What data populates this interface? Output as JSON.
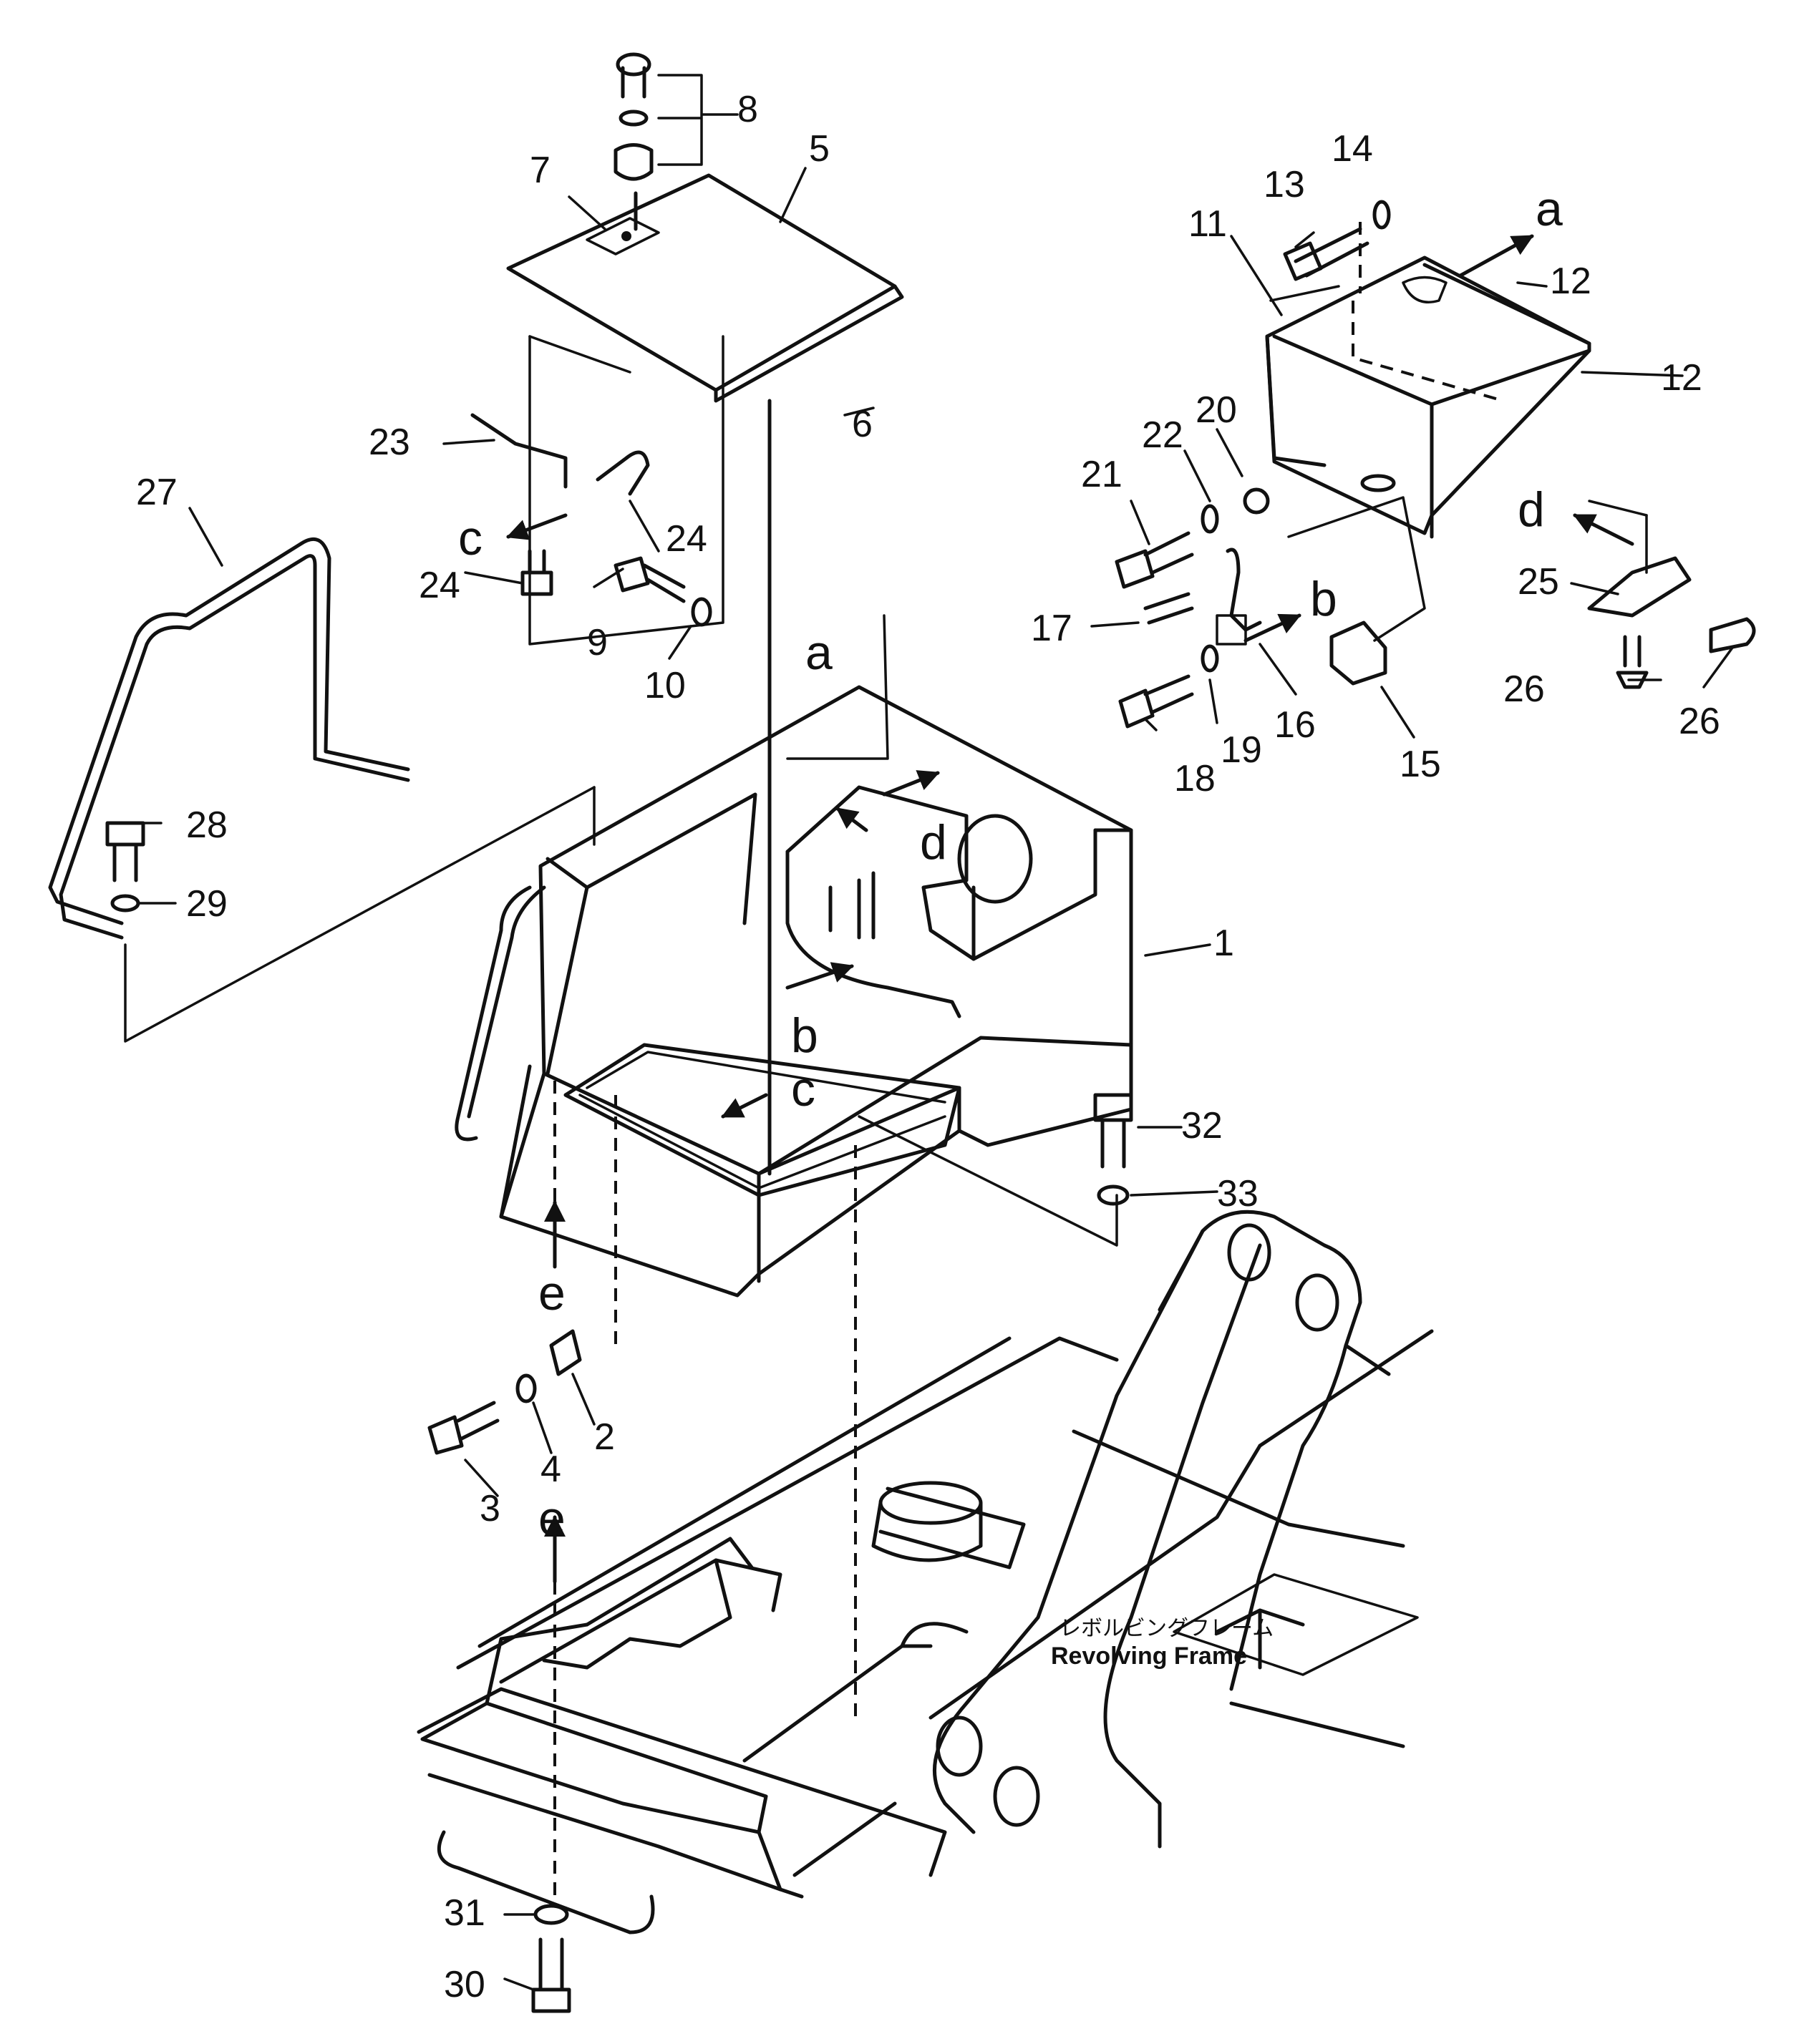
{
  "parts": [
    {
      "id": "p1",
      "label": "1"
    },
    {
      "id": "p2",
      "label": "2"
    },
    {
      "id": "p3",
      "label": "3"
    },
    {
      "id": "p4",
      "label": "4"
    },
    {
      "id": "p5",
      "label": "5"
    },
    {
      "id": "p6",
      "label": "6"
    },
    {
      "id": "p7",
      "label": "7"
    },
    {
      "id": "p8",
      "label": "8"
    },
    {
      "id": "p9",
      "label": "9"
    },
    {
      "id": "p10",
      "label": "10"
    },
    {
      "id": "p11",
      "label": "11"
    },
    {
      "id": "p12a",
      "label": "12"
    },
    {
      "id": "p12b",
      "label": "12"
    },
    {
      "id": "p13",
      "label": "13"
    },
    {
      "id": "p14",
      "label": "14"
    },
    {
      "id": "p15",
      "label": "15"
    },
    {
      "id": "p16",
      "label": "16"
    },
    {
      "id": "p17",
      "label": "17"
    },
    {
      "id": "p18",
      "label": "18"
    },
    {
      "id": "p19",
      "label": "19"
    },
    {
      "id": "p20",
      "label": "20"
    },
    {
      "id": "p21",
      "label": "21"
    },
    {
      "id": "p22",
      "label": "22"
    },
    {
      "id": "p23",
      "label": "23"
    },
    {
      "id": "p24a",
      "label": "24"
    },
    {
      "id": "p24b",
      "label": "24"
    },
    {
      "id": "p25",
      "label": "25"
    },
    {
      "id": "p26a",
      "label": "26"
    },
    {
      "id": "p26b",
      "label": "26"
    },
    {
      "id": "p27",
      "label": "27"
    },
    {
      "id": "p28",
      "label": "28"
    },
    {
      "id": "p29",
      "label": "29"
    },
    {
      "id": "p30",
      "label": "30"
    },
    {
      "id": "p31",
      "label": "31"
    },
    {
      "id": "p32",
      "label": "32"
    },
    {
      "id": "p33",
      "label": "33"
    }
  ],
  "references": [
    {
      "id": "ra1",
      "label": "a"
    },
    {
      "id": "ra2",
      "label": "a"
    },
    {
      "id": "rb1",
      "label": "b"
    },
    {
      "id": "rb2",
      "label": "b"
    },
    {
      "id": "rc1",
      "label": "c"
    },
    {
      "id": "rc2",
      "label": "c"
    },
    {
      "id": "rd1",
      "label": "d"
    },
    {
      "id": "rd2",
      "label": "d"
    },
    {
      "id": "re1",
      "label": "e"
    },
    {
      "id": "re2",
      "label": "e"
    }
  ],
  "frame_caption": {
    "jp": "レボルビングフレーム",
    "en": "Revolving  Frame"
  }
}
